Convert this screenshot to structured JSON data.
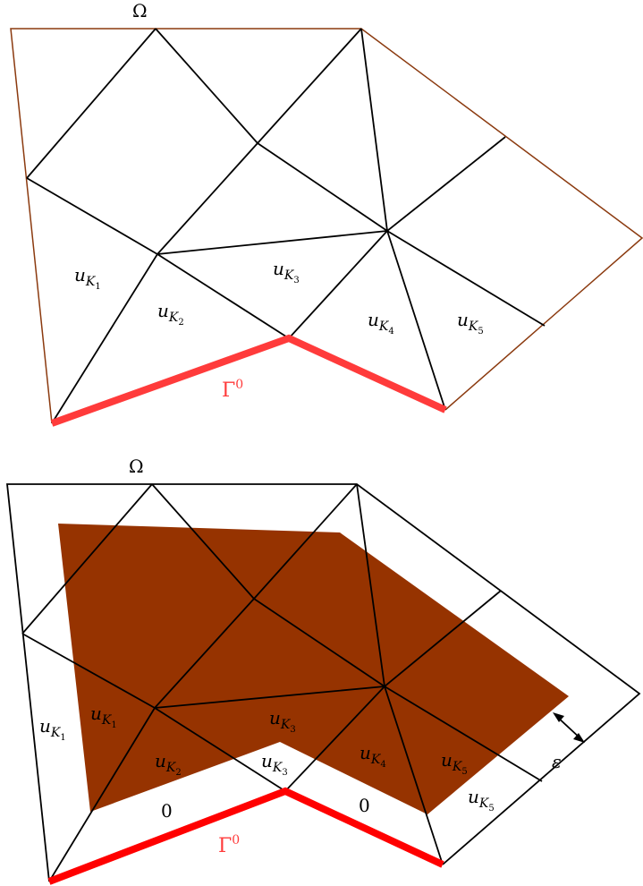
{
  "top": {
    "omega": "Ω",
    "gamma": "Γ",
    "gamma_sup": "0",
    "cells": [
      {
        "base": "u",
        "sub": "K",
        "subsub": "1"
      },
      {
        "base": "u",
        "sub": "K",
        "subsub": "2"
      },
      {
        "base": "u",
        "sub": "K",
        "subsub": "3"
      },
      {
        "base": "u",
        "sub": "K",
        "subsub": "4"
      },
      {
        "base": "u",
        "sub": "K",
        "subsub": "5"
      }
    ]
  },
  "bottom": {
    "omega": "Ω",
    "gamma": "Γ",
    "gamma_sup": "0",
    "epsilon": "ε",
    "zero_left": "0",
    "zero_right": "0",
    "inner_cells": [
      {
        "base": "u",
        "sub": "K",
        "subsub": "1"
      },
      {
        "base": "u",
        "sub": "K",
        "subsub": "2"
      },
      {
        "base": "u",
        "sub": "K",
        "subsub": "3"
      },
      {
        "base": "u",
        "sub": "K",
        "subsub": "4"
      },
      {
        "base": "u",
        "sub": "K",
        "subsub": "5"
      }
    ],
    "outer_cells": [
      {
        "base": "u",
        "sub": "K",
        "subsub": "1"
      },
      {
        "base": "u",
        "sub": "K",
        "subsub": "3"
      },
      {
        "base": "u",
        "sub": "K",
        "subsub": "5"
      }
    ]
  },
  "colors": {
    "boundary": "#8b3a0f",
    "gamma_top": "#ff3b3b",
    "gamma_bottom": "#ff0000",
    "fill": "#963300",
    "mesh": "#000000"
  }
}
